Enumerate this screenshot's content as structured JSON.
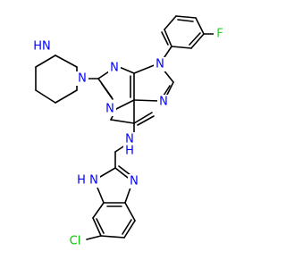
{
  "structure": {
    "atoms": {
      "n_piperazine_nh": {
        "text": "HN",
        "color": "#0000ff"
      },
      "n_piperazine_n": {
        "text": "N",
        "color": "#0000ff"
      },
      "n_purine_n3": {
        "text": "N",
        "color": "#0000ff"
      },
      "n_purine_n1": {
        "text": "N",
        "color": "#0000ff"
      },
      "n_purine_n9": {
        "text": "N",
        "color": "#0000ff"
      },
      "n_purine_n7": {
        "text": "N",
        "color": "#0000ff"
      },
      "n_amine_nh": {
        "text": "N",
        "color": "#0000ff"
      },
      "h_amine": {
        "text": "H",
        "color": "#0000ff"
      },
      "n_benzimidazole_nh": {
        "text": "N",
        "color": "#0000ff"
      },
      "h_benzimidazole": {
        "text": "H",
        "color": "#0000ff"
      },
      "n_benzimidazole_n": {
        "text": "N",
        "color": "#0000ff"
      },
      "fluorine": {
        "text": "F",
        "color": "#33cc33"
      },
      "chlorine": {
        "text": "Cl",
        "color": "#00cc00"
      }
    },
    "bond_color": "#000000"
  }
}
